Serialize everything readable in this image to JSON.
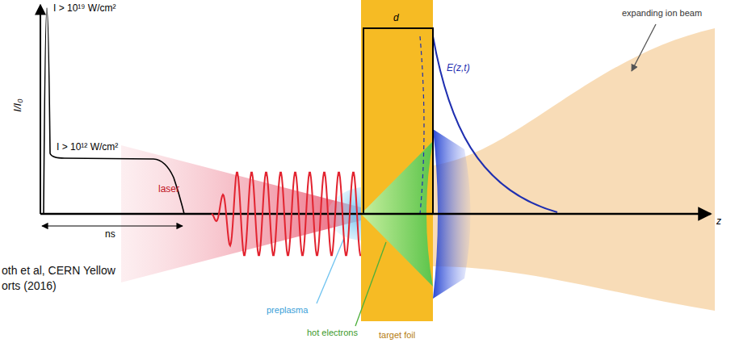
{
  "diagram": {
    "nodes": [
      {
        "text": [
          "target foil"
        ]
      }
    ],
    "labels": [
      "I > 10¹⁹ W/cm²",
      "I > 10¹² W/cm²",
      "ns",
      "I/I₀",
      "laser",
      "preplasma",
      "hot electrons",
      "d",
      "E(z,t)",
      "expanding ion beam",
      "z",
      "oth et al, CERN Yellow",
      "orts (2016)"
    ]
  }
}
